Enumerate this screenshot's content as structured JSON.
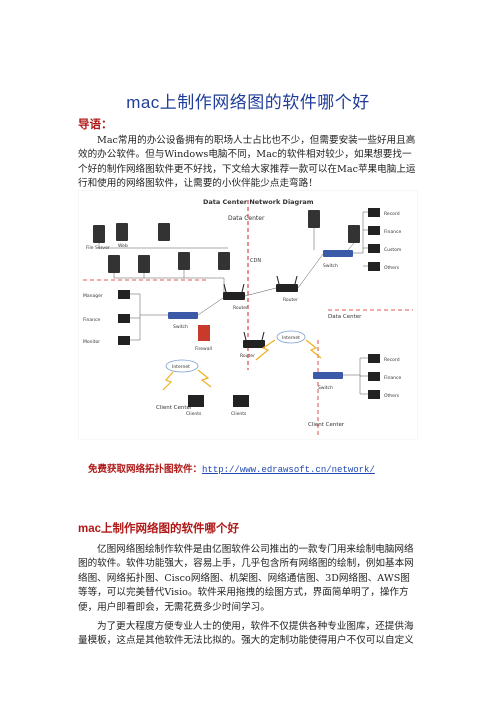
{
  "document": {
    "title": "mac上制作网络图的软件哪个好",
    "intro_heading": "导语：",
    "intro_paragraph": "Mac常用的办公设备拥有的职场人士占比也不少，但需要安装一些好用且高效的办公软件。但与Windows电脑不同，Mac的软件相对较少，如果想要找一个好的制作网络图软件更不好找，下文给大家推荐一款可以在Mac苹果电脑上运行和使用的网络图软件，让需要的小伙伴能少点走弯路！",
    "download_label": "免费获取网络拓扑图软件：",
    "download_url": "http://www.edrawsoft.cn/network/",
    "section_heading": "mac上制作网络图的软件哪个好",
    "section_paragraph_1": "亿图网络图绘制作软件是由亿图软件公司推出的一款专门用来绘制电脑网络图的软件。软件功能强大，容易上手，几乎包含所有网络图的绘制，例如基本网络图、网络拓扑图、Cisco网络图、机架图、网络通信图、3D网络图、AWS图等等，可以完美替代Visio。软件采用拖拽的绘图方式，界面简单明了，操作方便，用户即看即会，无需花费多少时间学习。",
    "section_paragraph_2": "为了更大程度方便专业人士的使用，软件不仅提供各种专业图库，还提供海量模板，这点是其他软件无法比拟的。强大的定制功能使得用户不仅可以自定义"
  },
  "diagram": {
    "title": "Data Center Network Diagram",
    "labels": {
      "data_center_top": "Data Center",
      "data_center_right": "Data Center",
      "client_center_right": "Client Center",
      "client_center_left": "Client\nCenter",
      "file_server": "File Server",
      "web": "Web",
      "cdn": "CDN",
      "router_1": "Router",
      "router_2": "Router",
      "router_3": "Router",
      "switch_1": "Switch",
      "switch_2": "Switch",
      "switch_3": "Switch",
      "firewall": "Firewall",
      "internet_1": "Internet",
      "internet_2": "Internet",
      "manager": "Manager",
      "finance_left": "Finance",
      "monitor": "Monitor",
      "record_1": "Record",
      "finance_1": "Finance",
      "custom": "Custom",
      "others_1": "Others",
      "record_2": "Record",
      "finance_2": "Finance",
      "others_2": "Others",
      "clients_1": "Clients",
      "clients_2": "Clients"
    }
  }
}
